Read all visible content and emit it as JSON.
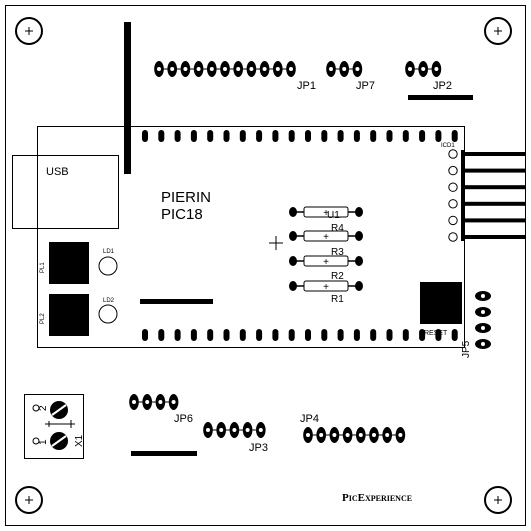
{
  "board": {
    "title_line1": "PIERIN",
    "title_line2": "PIC18",
    "usb_label": "USB",
    "icd_label": "ICD1",
    "reset_label": "RESET",
    "brand": "PicExperience",
    "ld1": "LD1",
    "ld2": "LD2",
    "pl1": "PL1",
    "pl2": "PL2",
    "x1": "X1",
    "x1_pin1": "1",
    "x1_pin2": "2"
  },
  "headers": {
    "jp1": "JP1",
    "jp2": "JP2",
    "jp4": "JP4",
    "jp5": "JP5",
    "jp6": "JP6",
    "jp7": "JP7",
    "jp3": "JP3"
  },
  "resistors": {
    "r1": "R1",
    "r2": "R2",
    "r3": "R3",
    "r4": "R4",
    "u1": "U1"
  },
  "marks": {
    "plus": "+"
  }
}
